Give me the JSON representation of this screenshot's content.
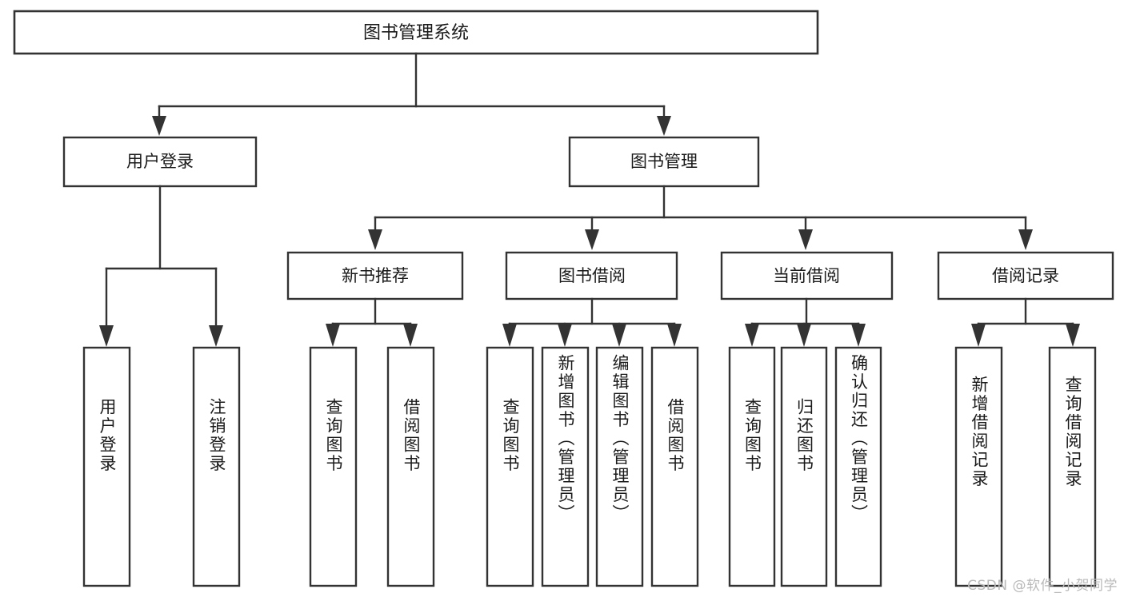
{
  "diagram": {
    "title": "图书管理系统",
    "type": "tree-hierarchy-diagram",
    "watermark": "CSDN @软件_小贺同学",
    "colors": {
      "box_stroke": "#333333",
      "box_fill": "#ffffff",
      "text": "#1a1a1a",
      "background": "#ffffff",
      "watermark": "#b9b9b9"
    },
    "root": {
      "label": "图书管理系统"
    },
    "level2": [
      {
        "label": "用户登录"
      },
      {
        "label": "图书管理"
      }
    ],
    "level3": [
      {
        "label": "新书推荐"
      },
      {
        "label": "图书借阅"
      },
      {
        "label": "当前借阅"
      },
      {
        "label": "借阅记录"
      }
    ],
    "leaves": {
      "user_login": [
        {
          "label": "用户登录"
        },
        {
          "label": "注销登录"
        }
      ],
      "new_book_recommend": [
        {
          "label": "查询图书"
        },
        {
          "label": "借阅图书"
        }
      ],
      "book_borrow": [
        {
          "label": "查询图书"
        },
        {
          "label": "新增图书（管理员）"
        },
        {
          "label": "编辑图书（管理员）"
        },
        {
          "label": "借阅图书"
        }
      ],
      "current_borrow": [
        {
          "label": "查询图书"
        },
        {
          "label": "归还图书"
        },
        {
          "label": "确认归还（管理员）"
        }
      ],
      "borrow_record": [
        {
          "label": "新增借阅记录"
        },
        {
          "label": "查询借阅记录"
        }
      ]
    }
  }
}
